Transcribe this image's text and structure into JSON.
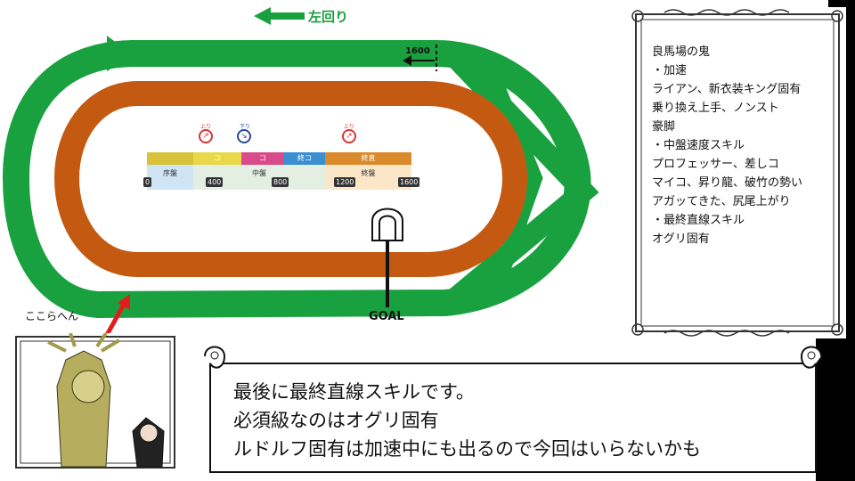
{
  "course": {
    "direction_label": "左回り",
    "distance_marker": "1600",
    "goal_label": "GOAL",
    "sections": [
      "コ",
      "コ",
      "終コ",
      "終直"
    ],
    "phases": [
      "序盤",
      "中盤",
      "終盤"
    ],
    "ticks": [
      "0",
      "400",
      "800",
      "1200",
      "1600"
    ],
    "slope_markers": [
      "上り",
      "下り",
      "上り"
    ],
    "colors": {
      "turf": "#1aa13f",
      "dirt": "#c45a12"
    }
  },
  "notes": {
    "lines": [
      "良馬場の鬼",
      "・加速",
      "ライアン、新衣装キング固有",
      "乗り換え上手、ノンスト",
      "豪脚",
      "・中盤速度スキル",
      "プロフェッサー、差しコ",
      "マイコ、昇り龍、破竹の勢い",
      "アガッてきた、尻尾上がり",
      "・最終直線スキル",
      "オグリ固有"
    ]
  },
  "callout": {
    "label": "ここらへん"
  },
  "dialog": {
    "lines": [
      "最後に最終直線スキルです。",
      "必須級なのはオグリ固有",
      "ルドルフ固有は加速中にも出るので今回はいらないかも"
    ]
  }
}
